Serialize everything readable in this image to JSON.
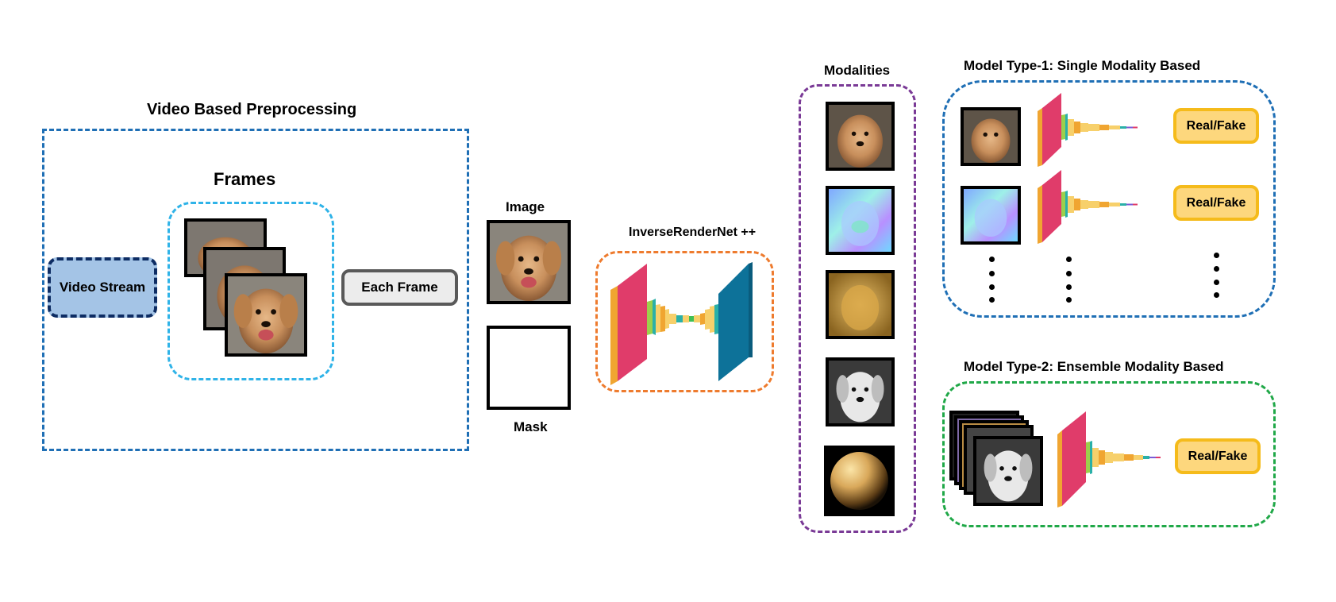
{
  "preprocessing": {
    "title": "Video Based Preprocessing"
  },
  "frames": {
    "title": "Frames"
  },
  "video_stream": {
    "label": "Video Stream"
  },
  "each_frame": {
    "label": "Each Frame"
  },
  "image": {
    "label": "Image"
  },
  "mask": {
    "label": "Mask"
  },
  "network": {
    "label": "InverseRenderNet ++"
  },
  "modalities": {
    "title": "Modalities",
    "items": [
      "original-dog",
      "normal-map-dog",
      "albedo-dog",
      "shading-dog",
      "lighting-sphere"
    ]
  },
  "model_type_1": {
    "title": "Model Type-1: Single Modality Based",
    "output_label": "Real/Fake"
  },
  "model_type_2": {
    "title": "Model Type-2: Ensemble Modality Based",
    "output_label": "Real/Fake"
  },
  "colors": {
    "preprocessing_border": "#1f6fb5",
    "frames_border": "#2fb3e8",
    "video_stream_fill": "#a4c4e6",
    "video_stream_border": "#0d2c63",
    "network_border": "#ee7b2e",
    "modalities_border": "#7a3a96",
    "model1_border": "#1f6fb5",
    "model2_border": "#20a848",
    "realfake_fill": "#fdd77d",
    "realfake_border": "#f5bb1b"
  }
}
